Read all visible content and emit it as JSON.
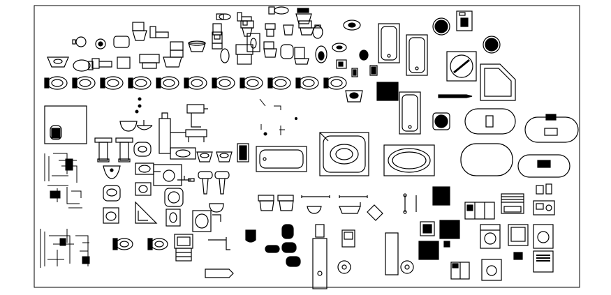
{
  "drawing": {
    "line_color": "#000000",
    "background_color": "#ffffff",
    "symbol_groups": [
      {
        "name": "toilets-elevation",
        "kind": "toilet-side"
      },
      {
        "name": "toilets-plan",
        "kind": "toilet-top"
      },
      {
        "name": "washbasins",
        "kind": "basin"
      },
      {
        "name": "pedestal-basins",
        "kind": "pedestal"
      },
      {
        "name": "bathtubs",
        "kind": "bathtub"
      },
      {
        "name": "jacuzzi-tubs",
        "kind": "jacuzzi"
      },
      {
        "name": "shower-trays",
        "kind": "shower"
      },
      {
        "name": "floor-drains",
        "kind": "drain"
      },
      {
        "name": "water-heaters",
        "kind": "heater"
      },
      {
        "name": "appliances",
        "kind": "appliance"
      },
      {
        "name": "piping-details",
        "kind": "detail"
      }
    ]
  }
}
